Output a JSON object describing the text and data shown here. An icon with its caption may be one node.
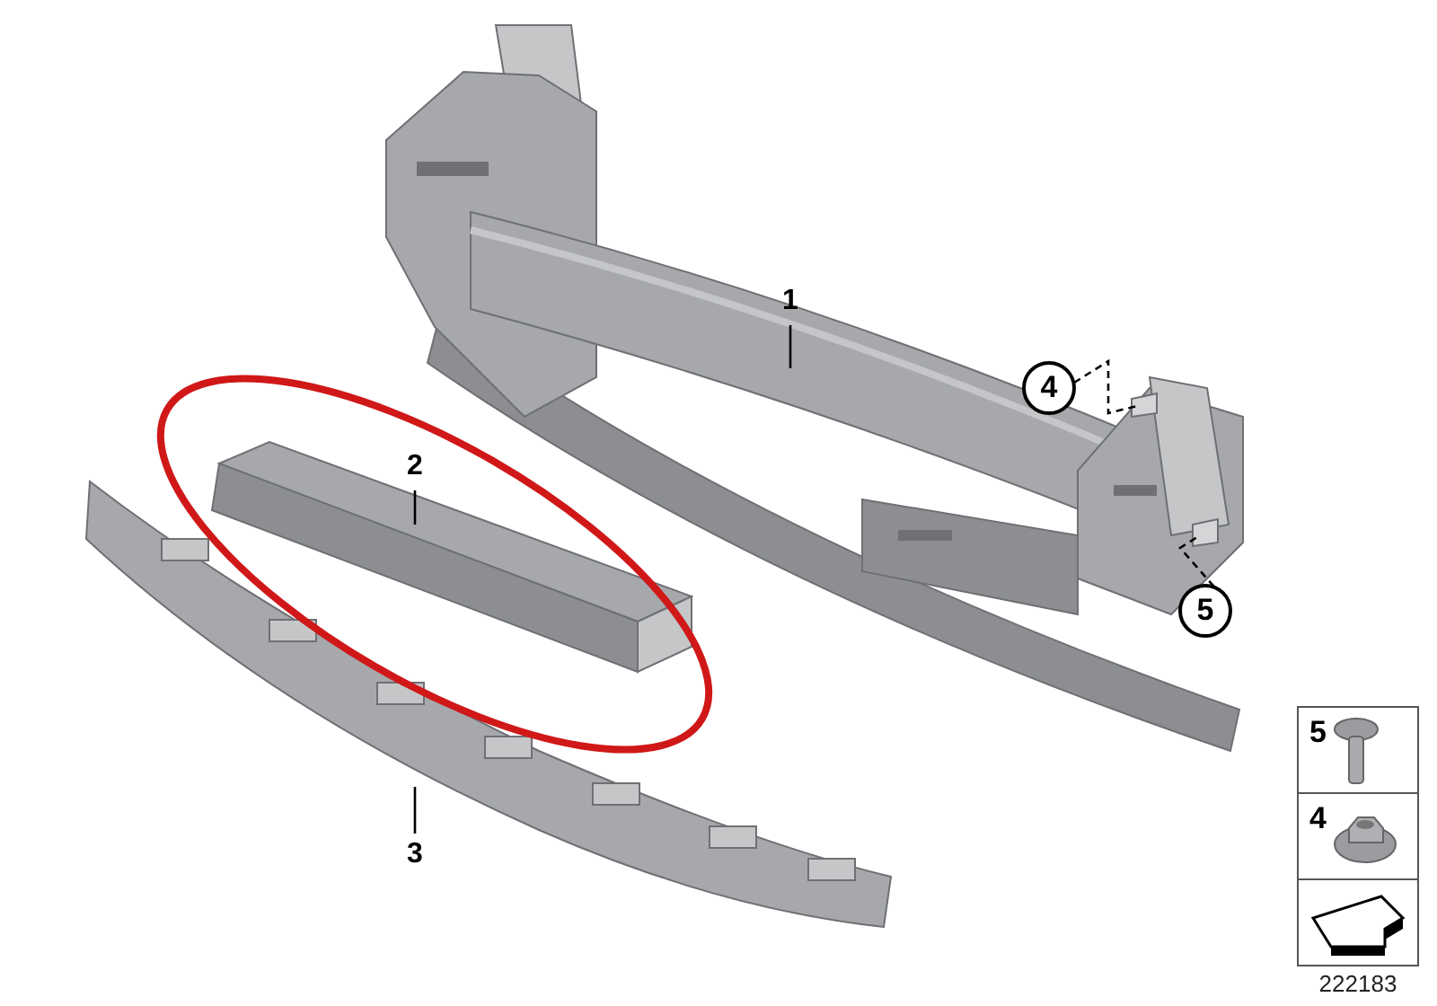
{
  "diagram": {
    "nodes": [
      {
        "text": [
          "1"
        ]
      },
      {
        "text": [],
        "shape": "picture"
      },
      {
        "text": [
          "2"
        ]
      },
      {
        "text": [],
        "shape": "picture"
      },
      {
        "text": [
          "3"
        ]
      },
      {
        "text": [],
        "shape": "picture"
      },
      {
        "text": [
          "4"
        ]
      },
      {
        "text": [
          "5"
        ]
      }
    ],
    "edges": [
      {
        "from": 0,
        "to": 1,
        "arrow": "none"
      },
      {
        "from": 2,
        "to": 3,
        "arrow": "none"
      },
      {
        "from": 4,
        "to": 5,
        "arrow": "none"
      },
      {
        "from": 6,
        "to": 1,
        "arrow": "none",
        "style": "dashed"
      },
      {
        "from": 7,
        "to": 1,
        "arrow": "none",
        "style": "dashed"
      }
    ],
    "labels": [
      "5",
      "4",
      "222183"
    ]
  }
}
